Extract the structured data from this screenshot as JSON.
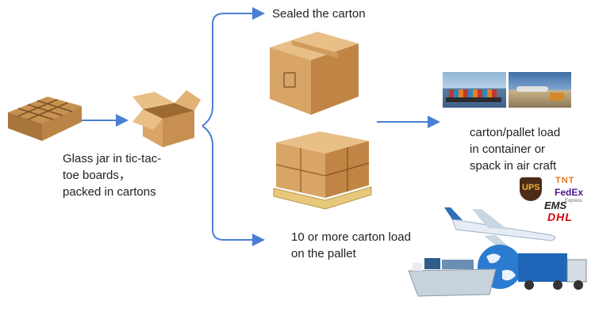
{
  "labels": {
    "start": "Glass jar in tic-tac-\ntoe boards，\npacked in cartons",
    "sealed": "Sealed the carton",
    "pallet": "10 or more carton load\non the pallet",
    "shipping": "carton/pallet load\nin container or\nspack in air craft"
  },
  "carriers": {
    "ups": "UPS",
    "tnt": "TNT",
    "fedex": "FedEx",
    "fedex_sub": "Express",
    "ems": "EMS",
    "dhl": "DHL"
  },
  "colors": {
    "arrow": "#4a7fd4",
    "cardboard": "#d9a566",
    "cardboard_dark": "#b47c3e",
    "cardboard_light": "#e8bf87",
    "pallet": "#e7c87c"
  }
}
